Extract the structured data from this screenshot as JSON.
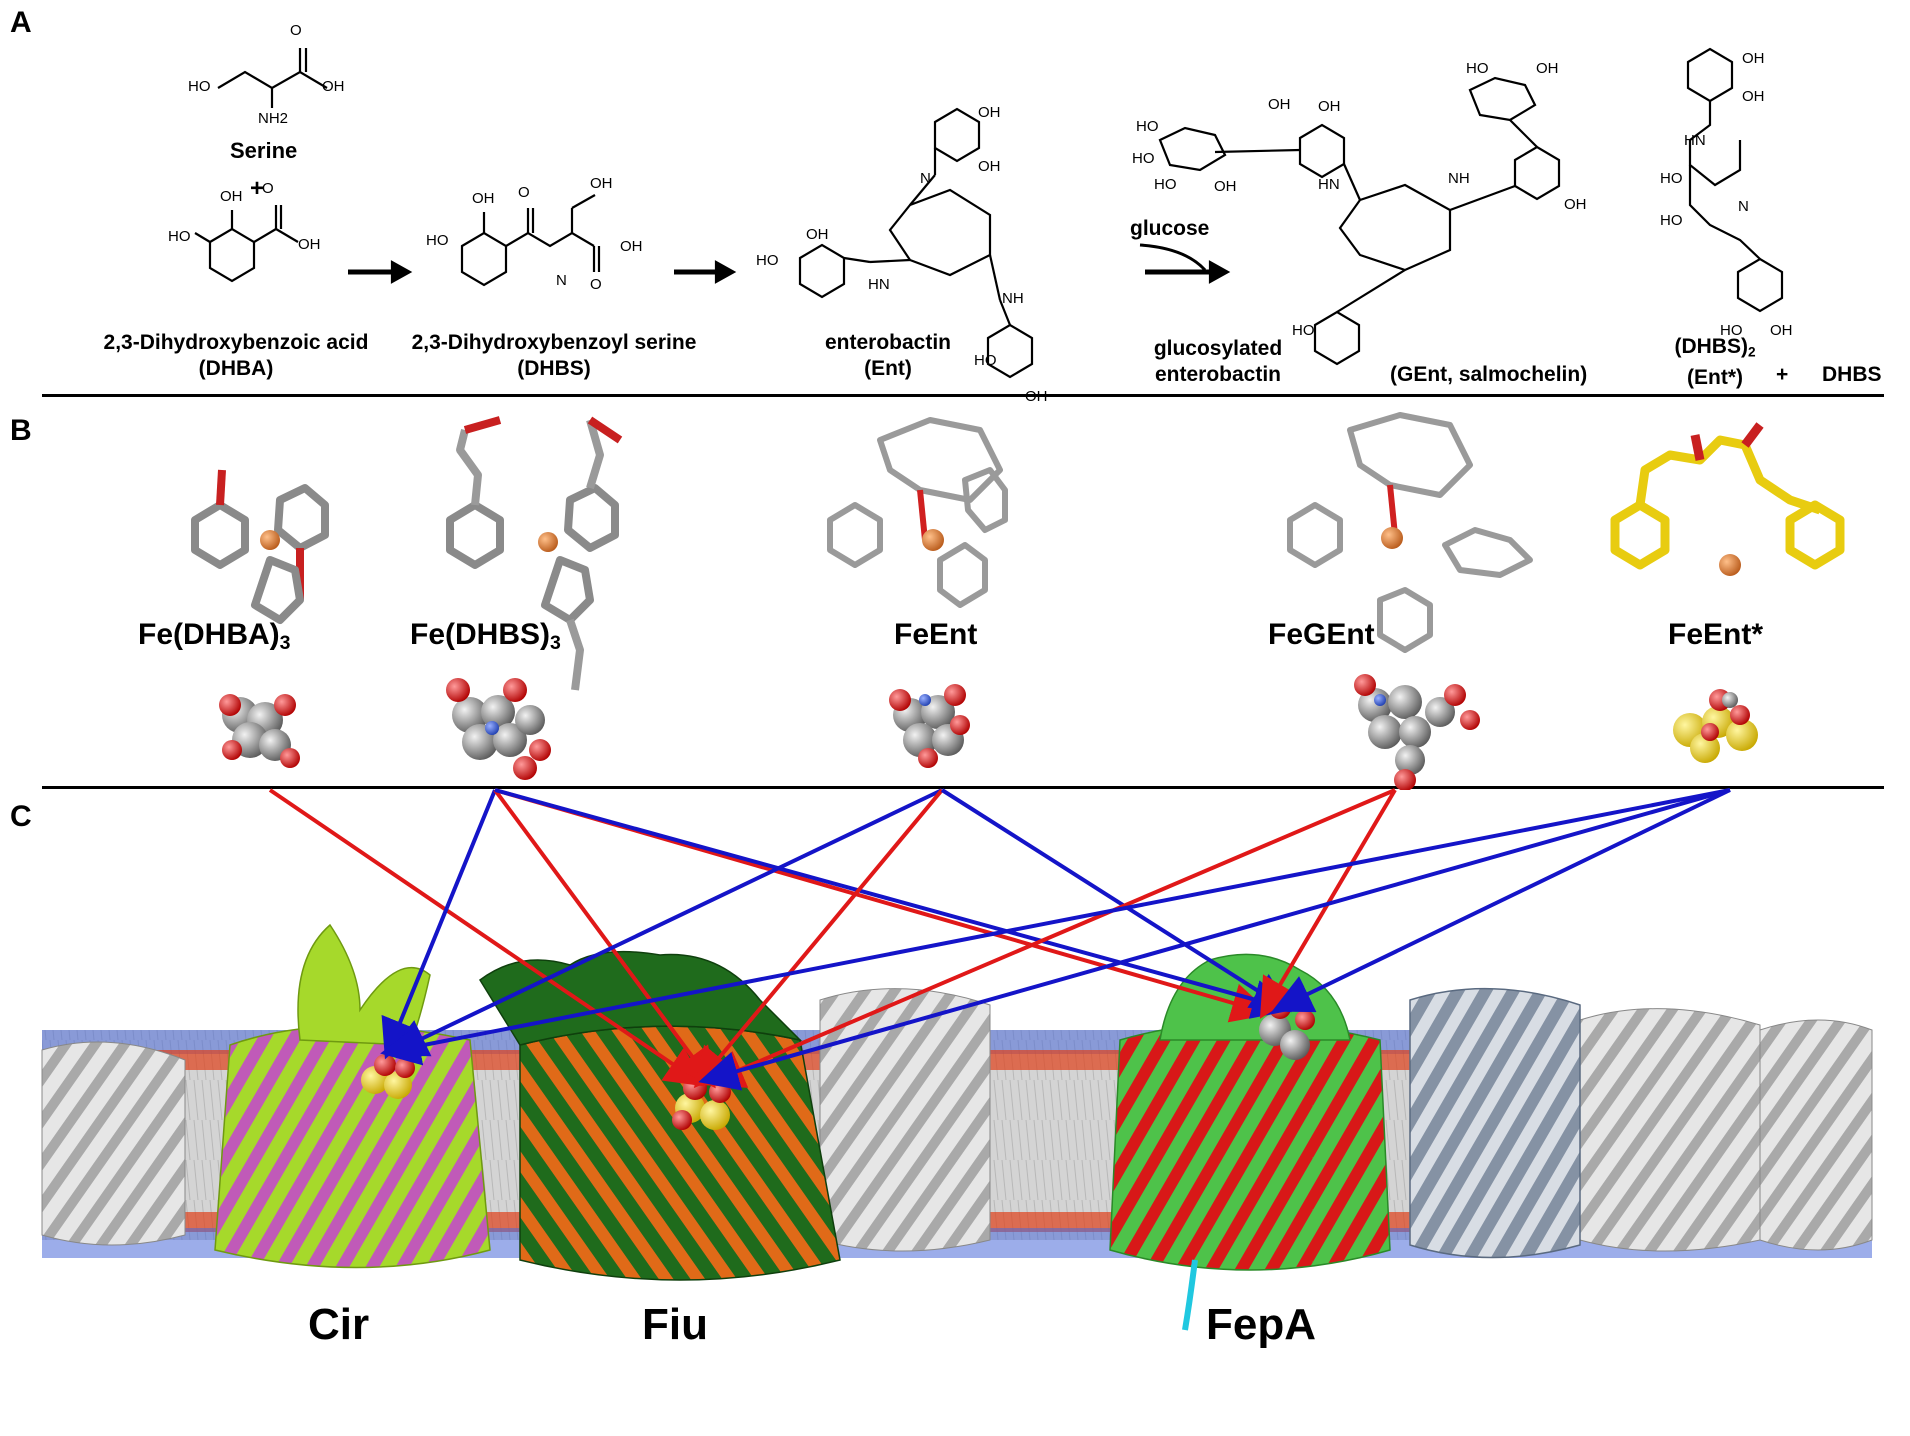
{
  "panels": {
    "a": "A",
    "b": "B",
    "c": "C"
  },
  "panelA": {
    "serine": {
      "name": "Serine",
      "groups": [
        "HO",
        "O",
        "OH",
        "NH2"
      ]
    },
    "plus": "+",
    "dhba": {
      "line1": "2,3-Dihydroxybenzoic acid",
      "line2": "(DHBA)",
      "groups": [
        "OH",
        "HO",
        "O",
        "OH"
      ]
    },
    "dhbs": {
      "line1": "2,3-Dihydroxybenzoyl serine",
      "line2": "(DHBS)",
      "groups": [
        "OH",
        "HO",
        "O",
        "N",
        "OH",
        "O",
        "OH"
      ]
    },
    "ent": {
      "line1": "enterobactin",
      "line2": "(Ent)",
      "groups": [
        "OH",
        "OH",
        "HO",
        "OH",
        "HN",
        "N",
        "NH",
        "HO",
        "OH"
      ]
    },
    "glucose_label": "glucose",
    "gent": {
      "line1": "glucosylated",
      "line2": "enterobactin",
      "line3": "(GEnt, salmochelin)",
      "groups": [
        "HO",
        "OH",
        "HO",
        "HO",
        "OH",
        "OH",
        "HO",
        "OH",
        "HN",
        "NH",
        "OH",
        "HO"
      ]
    },
    "entstar": {
      "line1": "(DHBS)",
      "line1_sub": "2",
      "line2": "(Ent*)",
      "plus": "+",
      "extra": "DHBS",
      "groups": [
        "OH",
        "OH",
        "HN",
        "HO",
        "HO",
        "N",
        "HO",
        "OH"
      ]
    }
  },
  "panelB": {
    "complexes": [
      {
        "id": "fe-dhba3",
        "label": "Fe(DHBA)",
        "sub": "3"
      },
      {
        "id": "fe-dhbs3",
        "label": "Fe(DHBS)",
        "sub": "3"
      },
      {
        "id": "feent",
        "label": "FeEnt",
        "sub": ""
      },
      {
        "id": "fegent",
        "label": "FeGEnt",
        "sub": ""
      },
      {
        "id": "feentstar",
        "label": "FeEnt*",
        "sub": ""
      }
    ]
  },
  "panelC": {
    "proteins": [
      {
        "id": "cir",
        "label": "Cir",
        "color": "#a6d92b"
      },
      {
        "id": "fiu",
        "label": "Fiu",
        "color": "#1f6b1c"
      },
      {
        "id": "fepa",
        "label": "FepA",
        "color": "#4ec24a"
      }
    ],
    "colors": {
      "blue_arrow": "#1414c8",
      "red_arrow": "#e01818",
      "membrane_red": "#e0401a",
      "membrane_blue": "#4a6ad8"
    },
    "arrows": [
      {
        "from": "fe-dhba3",
        "to": "fiu",
        "color": "red"
      },
      {
        "from": "fe-dhbs3",
        "to": "cir",
        "color": "blue"
      },
      {
        "from": "fe-dhbs3",
        "to": "fiu",
        "color": "red"
      },
      {
        "from": "fe-dhbs3",
        "to": "fepa",
        "color": "red"
      },
      {
        "from": "fe-dhbs3",
        "to": "fepa",
        "color": "blue"
      },
      {
        "from": "feent",
        "to": "cir",
        "color": "blue"
      },
      {
        "from": "feent",
        "to": "fiu",
        "color": "red"
      },
      {
        "from": "feent",
        "to": "fepa",
        "color": "blue"
      },
      {
        "from": "fegent",
        "to": "fiu",
        "color": "red"
      },
      {
        "from": "fegent",
        "to": "fepa",
        "color": "red"
      },
      {
        "from": "feentstar",
        "to": "cir",
        "color": "blue"
      },
      {
        "from": "feentstar",
        "to": "fiu",
        "color": "blue"
      },
      {
        "from": "feentstar",
        "to": "fepa",
        "color": "blue"
      }
    ]
  }
}
